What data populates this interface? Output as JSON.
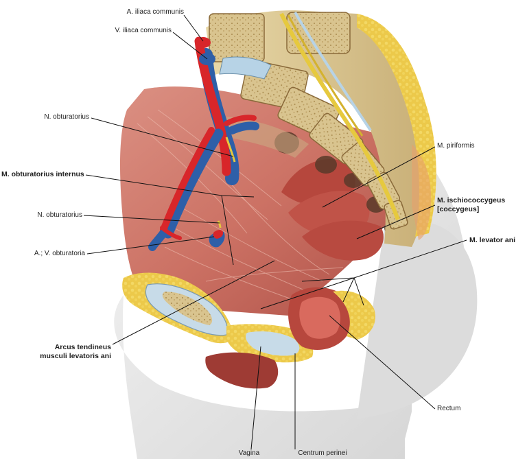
{
  "labels": {
    "a_iliaca": "A. iliaca communis",
    "v_iliaca": "V. iliaca communis",
    "n_obt_1": "N. obturatorius",
    "obt_int": "M. obturatorius internus",
    "n_obt_2": "N. obturatorius",
    "av_obt": "A.; V. obturatoria",
    "arcus_1": "Arcus tendineus",
    "arcus_2": "musculi levatoris ani",
    "piriformis": "M. piriformis",
    "ischio_1": "M. ischiococcygeus",
    "ischio_2": "[coccygeus]",
    "levator": "M. levator ani",
    "rectum": "Rectum",
    "vagina": "Vagina",
    "centrum": "Centrum perinei"
  },
  "colors": {
    "artery": "#d8262a",
    "vein": "#2e5fa8",
    "muscle": "#c9645a",
    "bone": "#d9c48f",
    "fat": "#e8c84a",
    "skin": "#e6e6e6",
    "leader": "#111111"
  }
}
